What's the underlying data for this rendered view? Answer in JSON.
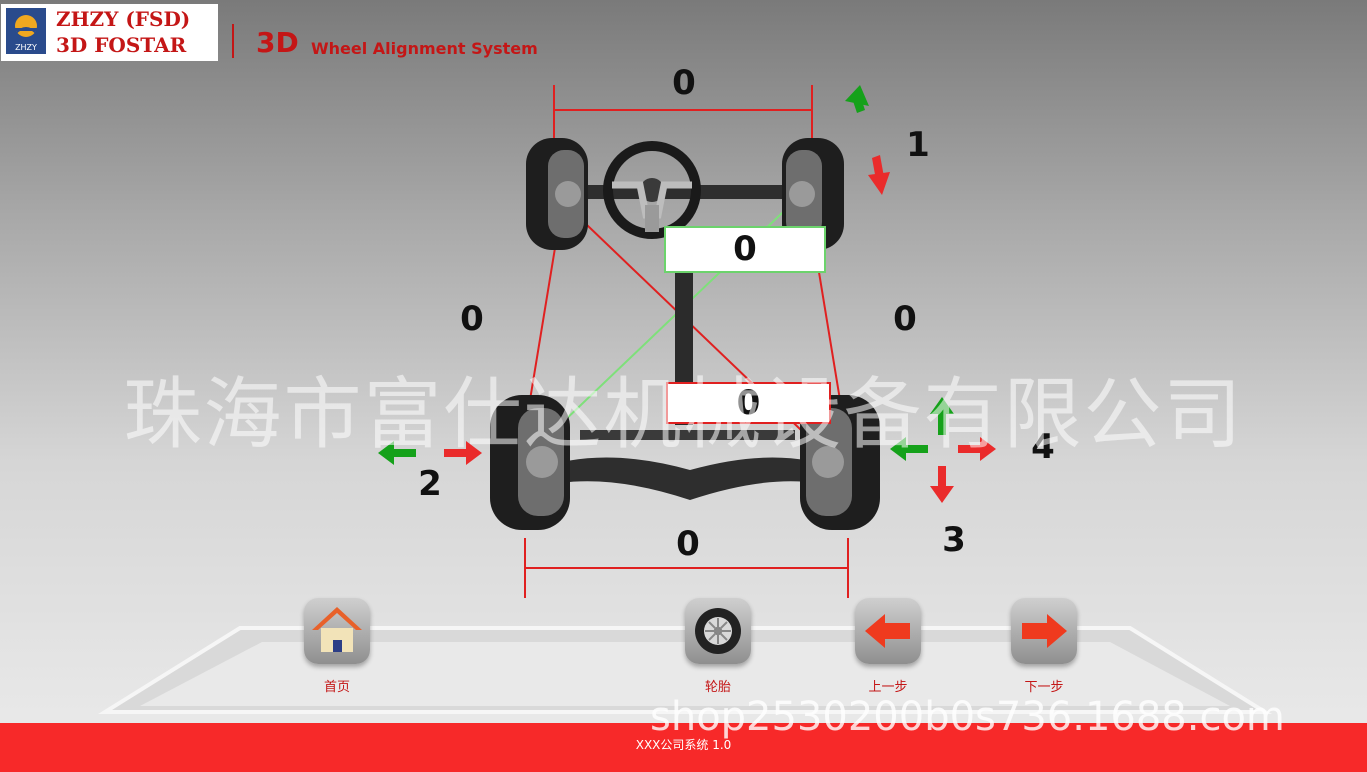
{
  "header": {
    "brand_line1": "ZHZY (FSD)",
    "brand_line2": "3D FOSTAR",
    "logo_text": "ZHZY",
    "title_3d": "3D",
    "title_sub": "Wheel Alignment System"
  },
  "measurements": {
    "front_width": "0",
    "rear_width": "0",
    "left_side": "0",
    "right_side": "0",
    "front_box": "0",
    "rear_box": "0"
  },
  "wheel_labels": {
    "w1": "1",
    "w2": "2",
    "w3": "3",
    "w4": "4"
  },
  "watermark": "珠海市富仕达机械设备有限公司",
  "shop_watermark": "shop2530200b0s736.1688.com",
  "nav": {
    "home": "首页",
    "tire": "轮胎",
    "prev": "上一步",
    "next": "下一步"
  },
  "footer": {
    "text": "XXX公司系统 1.0"
  },
  "colors": {
    "accent_red": "#c41616",
    "footer_red": "#f72929",
    "arrow_green": "#15a11a",
    "arrow_red": "#ea2b2b"
  },
  "icons": {
    "home": "house-icon",
    "tire": "tire-icon",
    "prev": "arrow-left-icon",
    "next": "arrow-right-icon"
  }
}
